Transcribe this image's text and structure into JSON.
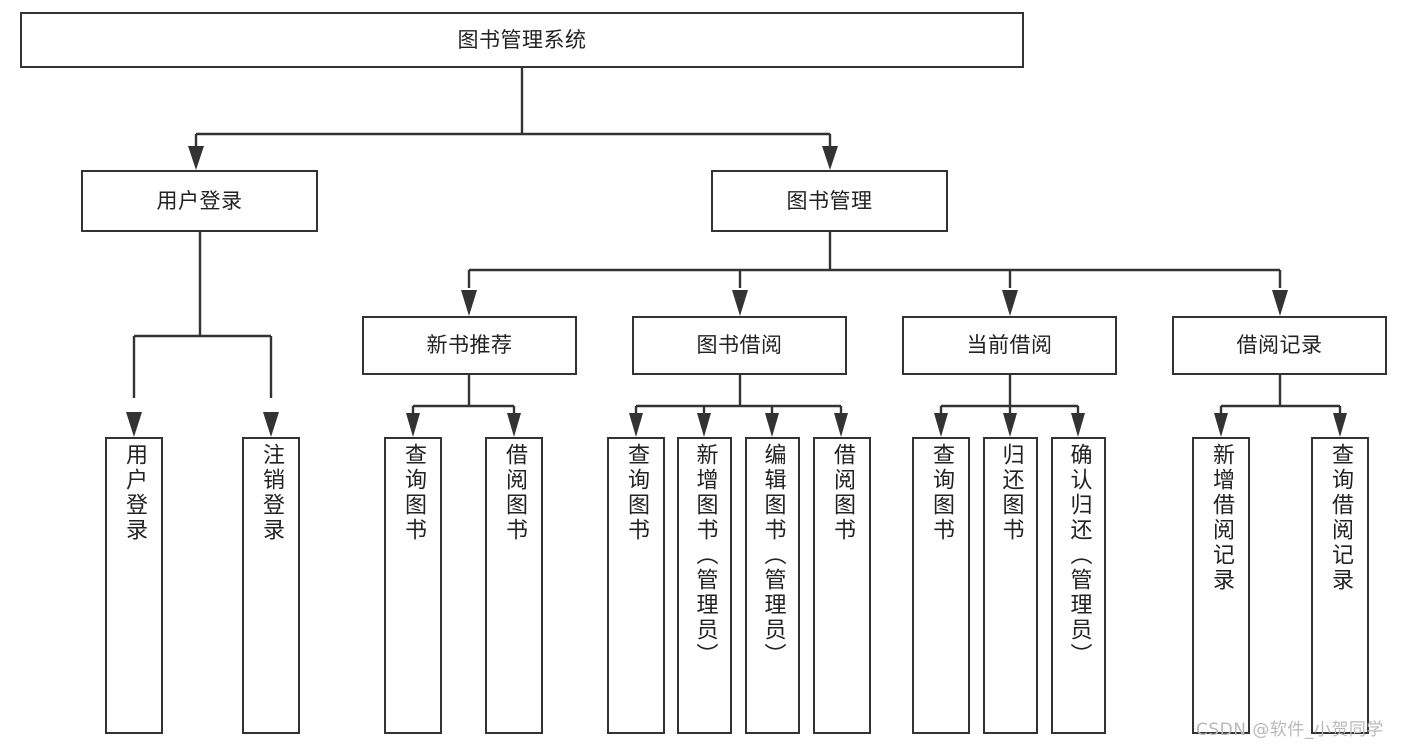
{
  "diagram": {
    "title": "图书管理系统",
    "type": "tree",
    "watermark": "CSDN @软件_小贺同学",
    "colors": {
      "box_border": "#333333",
      "box_fill": "#ffffff",
      "connector": "#333333",
      "text": "#222222",
      "watermark": "#b9b9b9",
      "background": "#ffffff"
    },
    "levels": {
      "root": {
        "label": "图书管理系统"
      },
      "level2": [
        {
          "id": "user-login",
          "label": "用户登录"
        },
        {
          "id": "book-manage",
          "label": "图书管理"
        }
      ],
      "level3": [
        {
          "id": "new-book-rec",
          "label": "新书推荐",
          "parent": "book-manage"
        },
        {
          "id": "book-borrow",
          "label": "图书借阅",
          "parent": "book-manage"
        },
        {
          "id": "current-borrow",
          "label": "当前借阅",
          "parent": "book-manage"
        },
        {
          "id": "borrow-record",
          "label": "借阅记录",
          "parent": "book-manage"
        }
      ],
      "leaves": [
        {
          "id": "leaf-user-login",
          "label": "用户登录",
          "parent": "user-login"
        },
        {
          "id": "leaf-logout",
          "label": "注销登录",
          "parent": "user-login"
        },
        {
          "id": "leaf-query-book-1",
          "label": "查询图书",
          "parent": "new-book-rec"
        },
        {
          "id": "leaf-borrow-book-1",
          "label": "借阅图书",
          "parent": "new-book-rec"
        },
        {
          "id": "leaf-query-book-2",
          "label": "查询图书",
          "parent": "book-borrow"
        },
        {
          "id": "leaf-add-book",
          "label": "新增图书（管理员）",
          "parent": "book-borrow"
        },
        {
          "id": "leaf-edit-book",
          "label": "编辑图书（管理员）",
          "parent": "book-borrow"
        },
        {
          "id": "leaf-borrow-book-2",
          "label": "借阅图书",
          "parent": "book-borrow"
        },
        {
          "id": "leaf-query-book-3",
          "label": "查询图书",
          "parent": "current-borrow"
        },
        {
          "id": "leaf-return-book",
          "label": "归还图书",
          "parent": "current-borrow"
        },
        {
          "id": "leaf-confirm-return",
          "label": "确认归还（管理员）",
          "parent": "current-borrow"
        },
        {
          "id": "leaf-add-record",
          "label": "新增借阅记录",
          "parent": "borrow-record"
        },
        {
          "id": "leaf-query-record",
          "label": "查询借阅记录",
          "parent": "borrow-record"
        }
      ]
    }
  }
}
